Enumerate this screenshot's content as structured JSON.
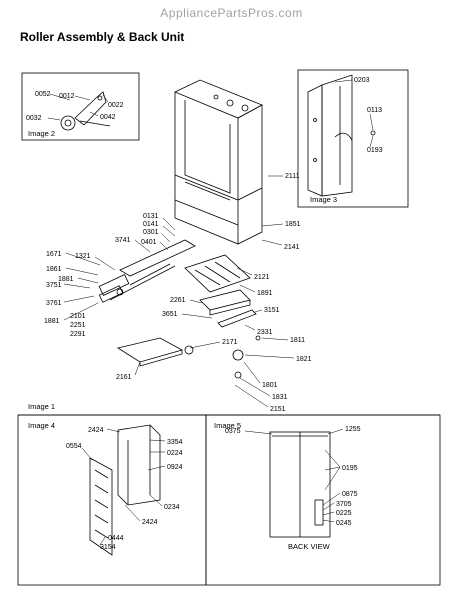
{
  "watermark": "AppliancePartsPros.com",
  "title": "Roller Assembly & Back Unit",
  "captions": {
    "image1": "Image 1",
    "image2": "Image 2",
    "image3": "Image 3",
    "image4": "Image 4",
    "image5": "Image 5",
    "back_view": "BACK VIEW"
  },
  "parts": {
    "p0052": "0052",
    "p0012": "0012",
    "p0022": "0022",
    "p0032": "0032",
    "p0042": "0042",
    "p0203": "0203",
    "p0113": "0113",
    "p0193": "0193",
    "p2111": "2111",
    "p1851": "1851",
    "p2141": "2141",
    "p2121": "2121",
    "p1891": "1891",
    "p0131": "0131",
    "p0141": "0141",
    "p0301": "0301",
    "p0401": "0401",
    "p3741": "3741",
    "p1671": "1671",
    "p1321": "1321",
    "p1861": "1861",
    "p1881a": "1881",
    "p3751": "3751",
    "p3761": "3761",
    "p1881b": "1881",
    "p2101": "2101",
    "p2251": "2251",
    "p2291": "2291",
    "p2261": "2261",
    "p3651": "3651",
    "p3151": "3151",
    "p2331": "2331",
    "p2171": "2171",
    "p1811": "1811",
    "p1821": "1821",
    "p1801": "1801",
    "p1831": "1831",
    "p2151": "2151",
    "p2161": "2161",
    "p2424a": "2424",
    "p0554": "0554",
    "p3354": "3354",
    "p0224": "0224",
    "p0924": "0924",
    "p0234": "0234",
    "p2424b": "2424",
    "p0444": "0444",
    "p3154": "3154",
    "p0375": "0375",
    "p1255": "1255",
    "p0195": "0195",
    "p0875": "0875",
    "p3705": "3705",
    "p0225": "0225",
    "p0245": "0245"
  }
}
